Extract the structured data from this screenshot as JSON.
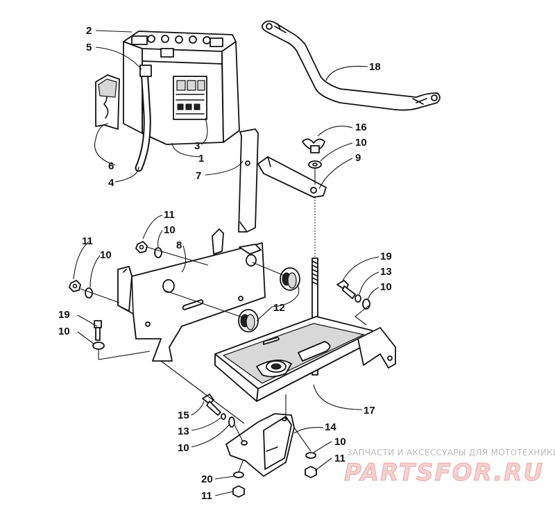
{
  "diagram": {
    "labels": [
      {
        "id": "lbl-2",
        "text": "2"
      },
      {
        "id": "lbl-5",
        "text": "5"
      },
      {
        "id": "lbl-18",
        "text": "18"
      },
      {
        "id": "lbl-3",
        "text": "3"
      },
      {
        "id": "lbl-1",
        "text": "1"
      },
      {
        "id": "lbl-6",
        "text": "6"
      },
      {
        "id": "lbl-4",
        "text": "4"
      },
      {
        "id": "lbl-7",
        "text": "7"
      },
      {
        "id": "lbl-16",
        "text": "16"
      },
      {
        "id": "lbl-10a",
        "text": "10"
      },
      {
        "id": "lbl-9",
        "text": "9"
      },
      {
        "id": "lbl-11a",
        "text": "11"
      },
      {
        "id": "lbl-10b",
        "text": "10"
      },
      {
        "id": "lbl-8",
        "text": "8"
      },
      {
        "id": "lbl-11b",
        "text": "11"
      },
      {
        "id": "lbl-10c",
        "text": "10"
      },
      {
        "id": "lbl-19a",
        "text": "19"
      },
      {
        "id": "lbl-13a",
        "text": "13"
      },
      {
        "id": "lbl-10d",
        "text": "10"
      },
      {
        "id": "lbl-12",
        "text": "12"
      },
      {
        "id": "lbl-19b",
        "text": "19"
      },
      {
        "id": "lbl-10e",
        "text": "10"
      },
      {
        "id": "lbl-17",
        "text": "17"
      },
      {
        "id": "lbl-15",
        "text": "15"
      },
      {
        "id": "lbl-14",
        "text": "14"
      },
      {
        "id": "lbl-13b",
        "text": "13"
      },
      {
        "id": "lbl-10f",
        "text": "10"
      },
      {
        "id": "lbl-10g",
        "text": "10"
      },
      {
        "id": "lbl-11c",
        "text": "11"
      },
      {
        "id": "lbl-20",
        "text": "20"
      },
      {
        "id": "lbl-11d",
        "text": "11"
      }
    ]
  },
  "watermark": {
    "tagline": "ЗАПЧАСТИ И АКСЕССУАРЫ ДЛЯ МОТОТЕХНИКИ",
    "brand": "PARTSFOR.RU"
  }
}
